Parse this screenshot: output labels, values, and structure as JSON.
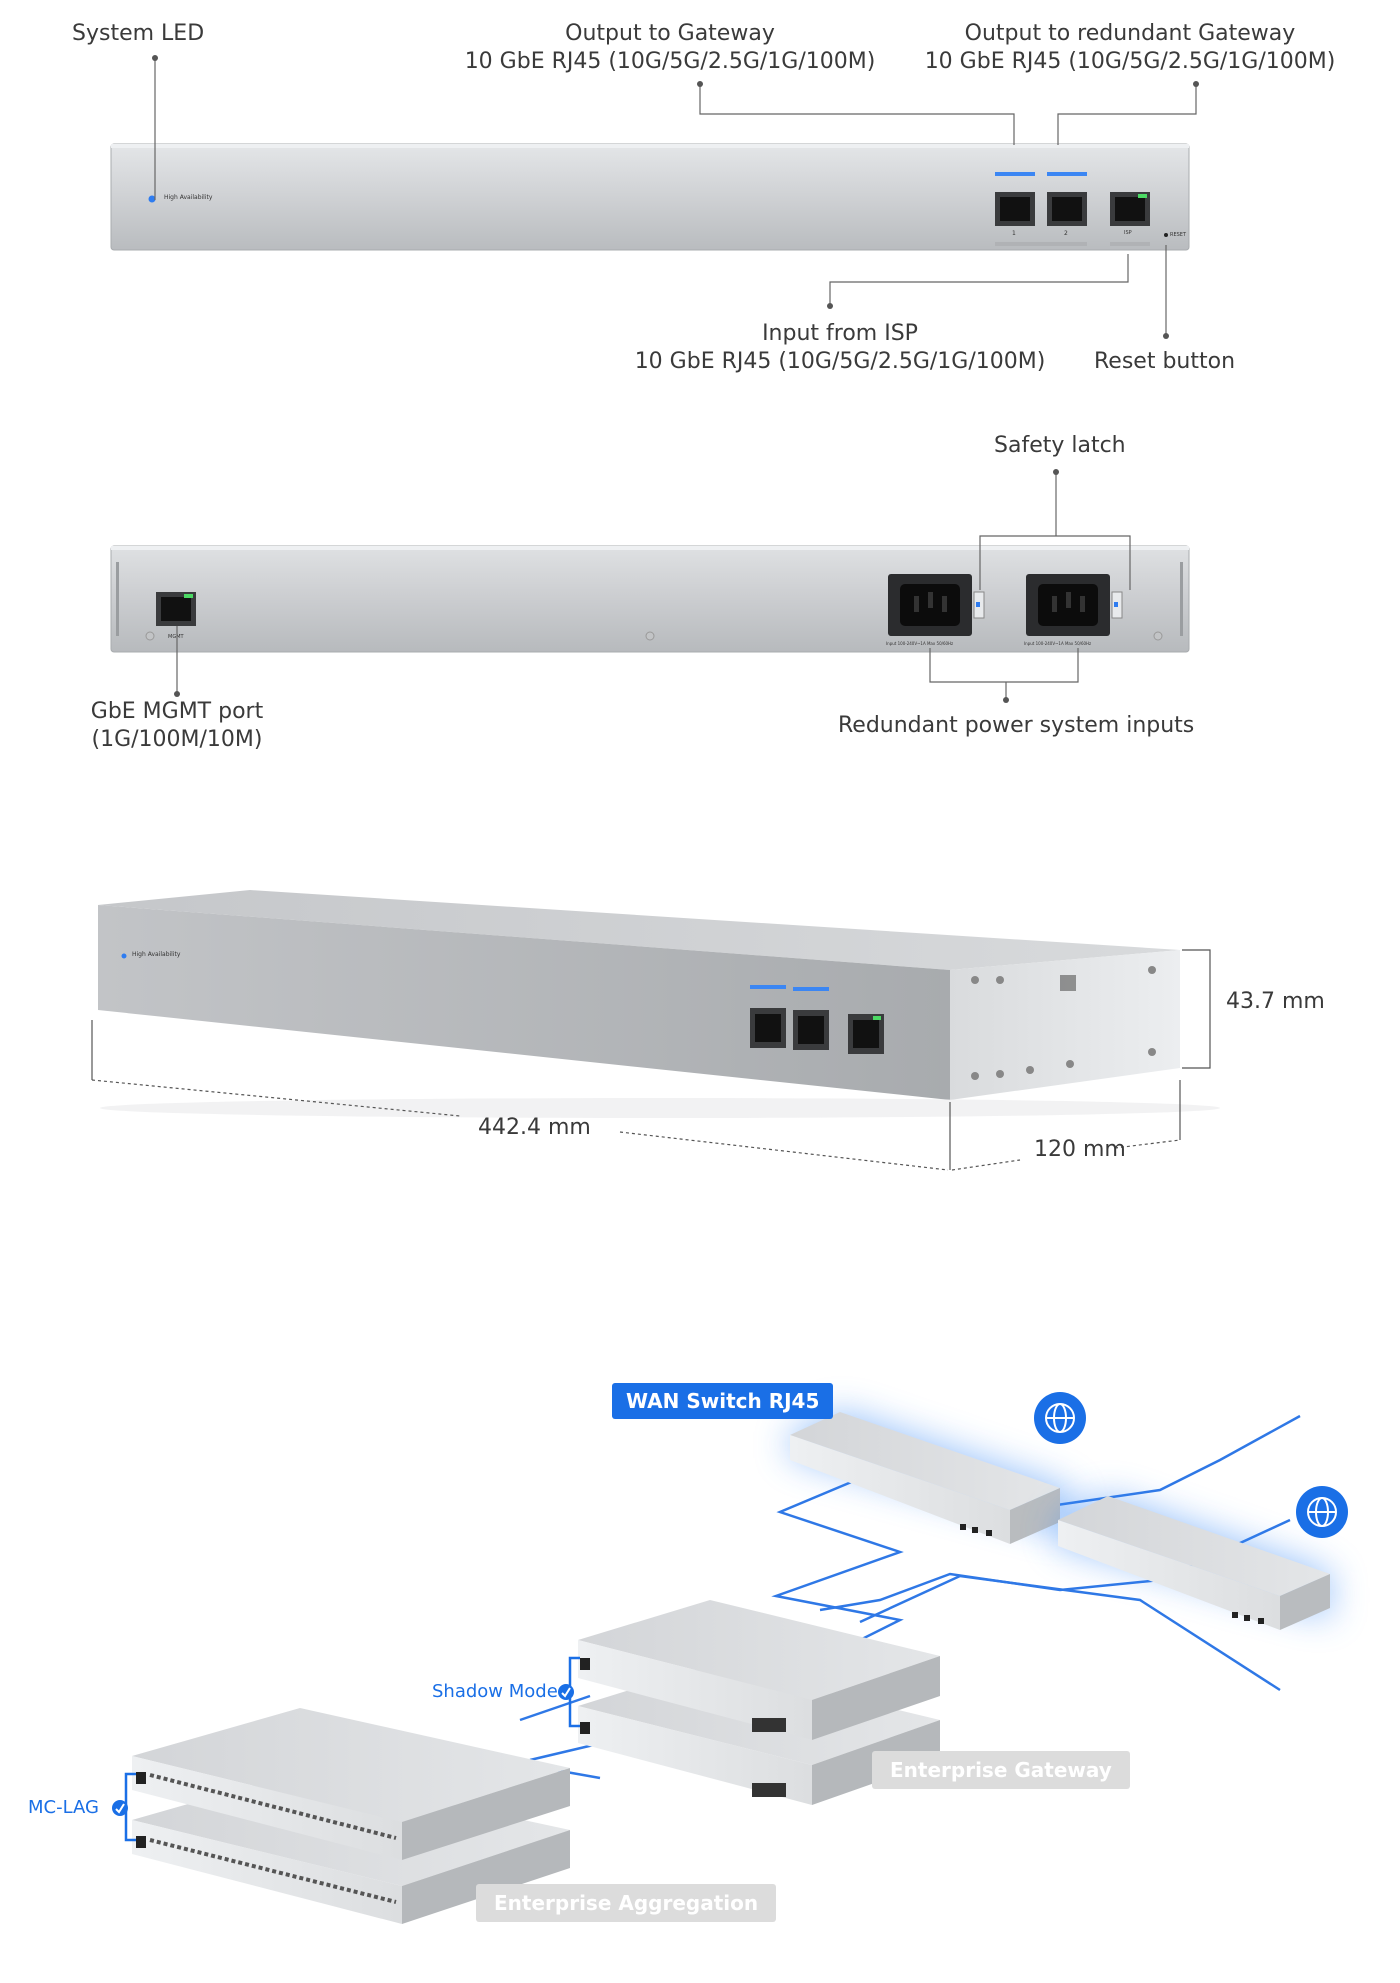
{
  "front": {
    "system_led": "System LED",
    "output_gateway_title": "Output to Gateway",
    "output_gateway_spec": "10 GbE RJ45 (10G/5G/2.5G/1G/100M)",
    "output_redundant_title": "Output to redundant Gateway",
    "output_redundant_spec": "10 GbE RJ45 (10G/5G/2.5G/1G/100M)",
    "input_isp_title": "Input from ISP",
    "input_isp_spec": "10 GbE RJ45 (10G/5G/2.5G/1G/100M)",
    "reset_button": "Reset button",
    "device_brand": "High Availability",
    "port1": "1",
    "port2": "2",
    "port_isp": "ISP",
    "reset_text": "RESET"
  },
  "rear": {
    "safety_latch": "Safety latch",
    "mgmt_title": "GbE MGMT port",
    "mgmt_spec": "(1G/100M/10M)",
    "power_inputs": "Redundant power system inputs",
    "mgmt_text": "MGMT",
    "psu_text": "Input 100-240V~1A Max 50/60Hz"
  },
  "dimensions": {
    "height": "43.7 mm",
    "width": "442.4 mm",
    "depth": "120 mm"
  },
  "topology": {
    "wan_switch": "WAN Switch RJ45",
    "shadow_mode": "Shadow Mode",
    "enterprise_gateway": "Enterprise Gateway",
    "mc_lag": "MC-LAG",
    "enterprise_aggregation": "Enterprise Aggregation"
  },
  "colors": {
    "accent_blue": "#1a6fe6",
    "device_grey": "#c9cbce",
    "leader_line": "#666666"
  }
}
